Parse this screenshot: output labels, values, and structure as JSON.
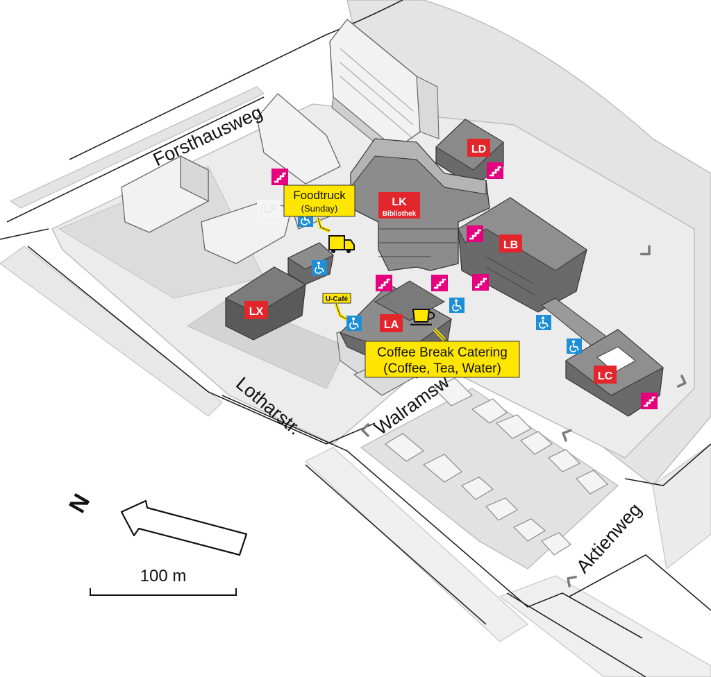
{
  "streets": {
    "forsthausweg": "Forsthausweg",
    "lotharstr": "Lotharstr.",
    "walramsweg": "Walramsw",
    "aktienweg": "Aktienweg"
  },
  "buildings": {
    "ld": "LD",
    "lk": "LK",
    "lk_sub": "Bibliothek",
    "lb": "LB",
    "lf": "LF",
    "lx": "LX",
    "la": "LA",
    "lc": "LC"
  },
  "callouts": {
    "foodtruck_title": "Foodtruck",
    "foodtruck_sub": "(Sunday)",
    "ucafe": "U-Café",
    "catering_line1": "Coffee Break Catering",
    "catering_line2": "(Coffee, Tea, Water)"
  },
  "compass": {
    "letter": "N"
  },
  "scale": {
    "label": "100 m"
  },
  "colors": {
    "building_red": "#e3262b",
    "stairs_magenta": "#e5007d",
    "access_blue": "#1e8fd6",
    "callout_yellow": "#ffe600",
    "building_dark": "#5e5e5e",
    "building_light": "#d6d6d6",
    "ground": "#e4e4e4"
  },
  "icons": [
    "stairs-icon",
    "wheelchair-icon",
    "truck-icon",
    "coffee-cup-icon",
    "arrow-icon"
  ]
}
